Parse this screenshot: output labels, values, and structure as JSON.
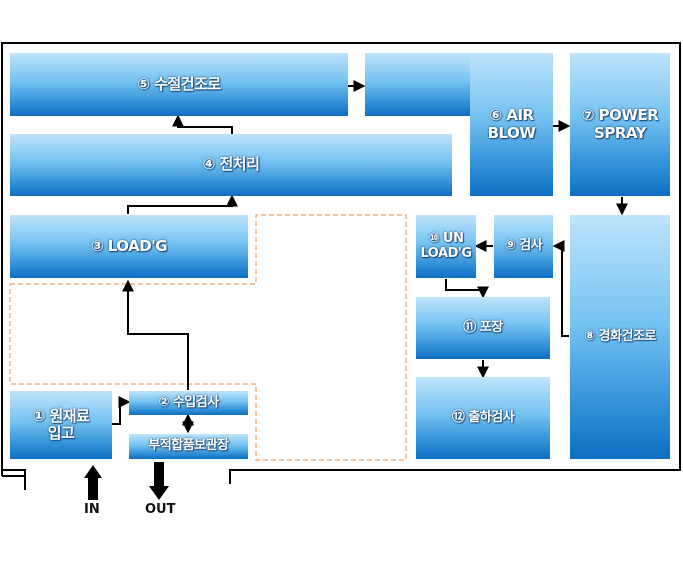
{
  "steps": {
    "s1": "① 원재료\n입고",
    "s2": "② 수입검사",
    "s2b": "부적합품보관장",
    "s3": "③ LOAD'G",
    "s4": "④ 전처리",
    "s5": "⑤ 수절건조로",
    "s6": "⑥ AIR\nBLOW",
    "s7": "⑦ POWER\nSPRAY",
    "s8": "⑧ 경화건조로",
    "s9": "⑨ 검사",
    "s10": "⑩ UN\nLOAD'G",
    "s11": "⑪ 포장",
    "s12": "⑫ 출하검사"
  },
  "labels": {
    "in": "IN",
    "out": "OUT"
  },
  "colors": {
    "box_top": "#bfe4fb",
    "box_bottom": "#0f6ec2",
    "dashed": "#f0a060",
    "line": "#000000"
  }
}
